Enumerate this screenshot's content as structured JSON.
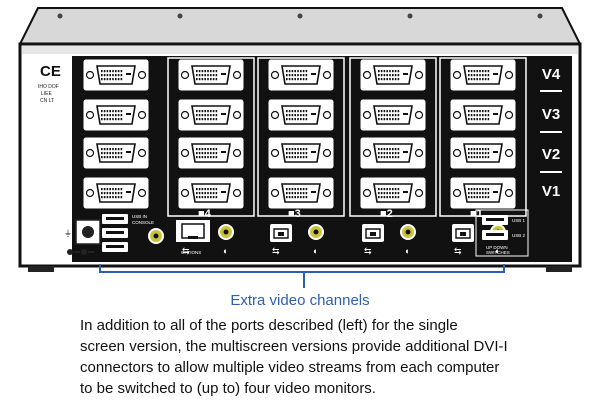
{
  "panel": {
    "ce_mark": "CE",
    "cert_lines": [
      "IHO DOF",
      "LIEE",
      "CN LT"
    ],
    "monitor_labels": [
      "V4",
      "V3",
      "V2",
      "V1"
    ],
    "computer_labels": [
      "4",
      "3",
      "2",
      "1"
    ],
    "usb_in_label": [
      "USB IN",
      "CONSOLE"
    ],
    "rj45_label": "OPTIONS",
    "usb_out_labels": [
      "USB 1",
      "USB 2"
    ],
    "usb_out_caption": [
      "UP DOWN",
      "SWITCHES"
    ]
  },
  "callout": {
    "label": "Extra video channels",
    "description_lines": [
      "In addition to all of the ports described (left) for the single",
      "screen version, the multiscreen versions provide additional DVI-I",
      "connectors to allow multiple video streams from each computer",
      "to be switched to (up to) four video monitors."
    ]
  },
  "colors": {
    "chassis": "#111111",
    "panel_bg": "#ffffff",
    "callout_line": "#2e5fae",
    "audio_port": "#c9c43a"
  }
}
